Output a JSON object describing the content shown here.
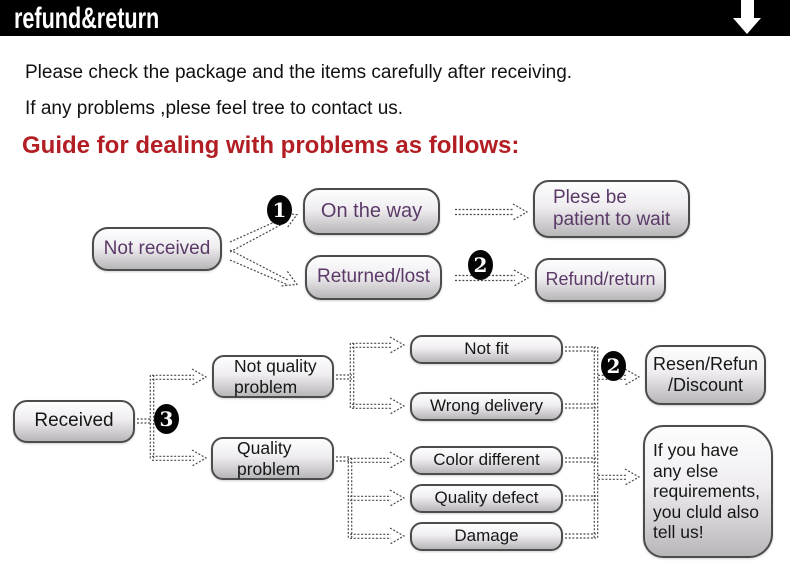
{
  "header": {
    "title": "refund&return"
  },
  "intro": {
    "line1": "Please check the package and the items carefully after receiving.",
    "line2": "If any problems ,plese feel tree to contact us."
  },
  "guide": {
    "heading": "Guide for dealing with problems as follows:"
  },
  "colors": {
    "bar_black": "#000000",
    "accent_red": "#b21e23",
    "purple_text": "#5b3a68",
    "node_border": "#4c4c4c",
    "wire_gray": "#4a4a4a"
  },
  "flow1": {
    "nodes": {
      "not_received": "Not received",
      "on_the_way": "On the way",
      "returned_lost": "Returned/lost",
      "please_wait_line1": "Plese be",
      "please_wait_line2": "patient to wait",
      "refund_return": "Refund/return"
    },
    "badges": {
      "step1": "1",
      "step2": "2"
    }
  },
  "flow2": {
    "nodes": {
      "received": "Received",
      "not_quality_line1": "Not quality",
      "not_quality_line2": "problem",
      "quality_line1": "Quality",
      "quality_line2": "problem",
      "not_fit": "Not fit",
      "wrong_delivery": "Wrong delivery",
      "color_different": "Color different",
      "quality_defect": "Quality defect",
      "damage": "Damage",
      "resen_line1": "Resen/Refun",
      "resen_line2": "/Discount",
      "note_lines": [
        "If you have",
        "any else",
        "requirements,",
        "you cluld also",
        "tell us!"
      ]
    },
    "badges": {
      "step3": "3",
      "step2": "2"
    }
  }
}
